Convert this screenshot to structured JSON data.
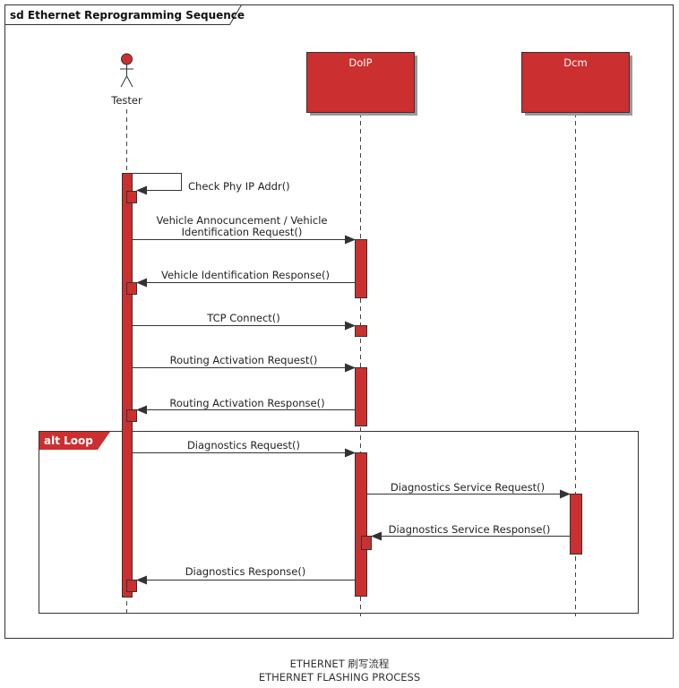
{
  "diagram": {
    "frame_title": "sd Ethernet Reprogramming Sequence",
    "alt_title": "alt Loop",
    "participants": [
      {
        "id": "tester",
        "label": "Tester",
        "kind": "actor"
      },
      {
        "id": "doip",
        "label": "DoIP",
        "kind": "component"
      },
      {
        "id": "dcm",
        "label": "Dcm",
        "kind": "component"
      }
    ],
    "messages": [
      {
        "id": "check-phy",
        "from": "tester",
        "to": "tester",
        "lines": [
          "Check Phy IP Addr()"
        ]
      },
      {
        "id": "vehicle-announcement",
        "from": "tester",
        "to": "doip",
        "lines": [
          "Vehicle Annocuncement / Vehicle",
          "Identification Request()"
        ]
      },
      {
        "id": "vehicle-identification-response",
        "from": "doip",
        "to": "tester",
        "lines": [
          "Vehicle Identification Response()"
        ]
      },
      {
        "id": "tcp-connect",
        "from": "tester",
        "to": "doip",
        "lines": [
          "TCP Connect()"
        ]
      },
      {
        "id": "routing-activation-request",
        "from": "tester",
        "to": "doip",
        "lines": [
          "Routing Activation Request()"
        ]
      },
      {
        "id": "routing-activation-response",
        "from": "doip",
        "to": "tester",
        "lines": [
          "Routing Activation Response()"
        ]
      },
      {
        "id": "diagnostics-request",
        "from": "tester",
        "to": "doip",
        "lines": [
          "Diagnostics Request()"
        ]
      },
      {
        "id": "diagnostics-service-request",
        "from": "doip",
        "to": "dcm",
        "lines": [
          "Diagnostics Service Request()"
        ]
      },
      {
        "id": "diagnostics-service-response",
        "from": "dcm",
        "to": "doip",
        "lines": [
          "Diagnostics Service Response()"
        ]
      },
      {
        "id": "diagnostics-response",
        "from": "doip",
        "to": "tester",
        "lines": [
          "Diagnostics Response()"
        ]
      }
    ],
    "colors": {
      "fill": "#cc2f2f",
      "stroke": "#333333",
      "shadow": "#9a9a9a"
    }
  },
  "caption": {
    "line1": "ETHERNET 刷写流程",
    "line2": "ETHERNET FLASHING PROCESS"
  }
}
